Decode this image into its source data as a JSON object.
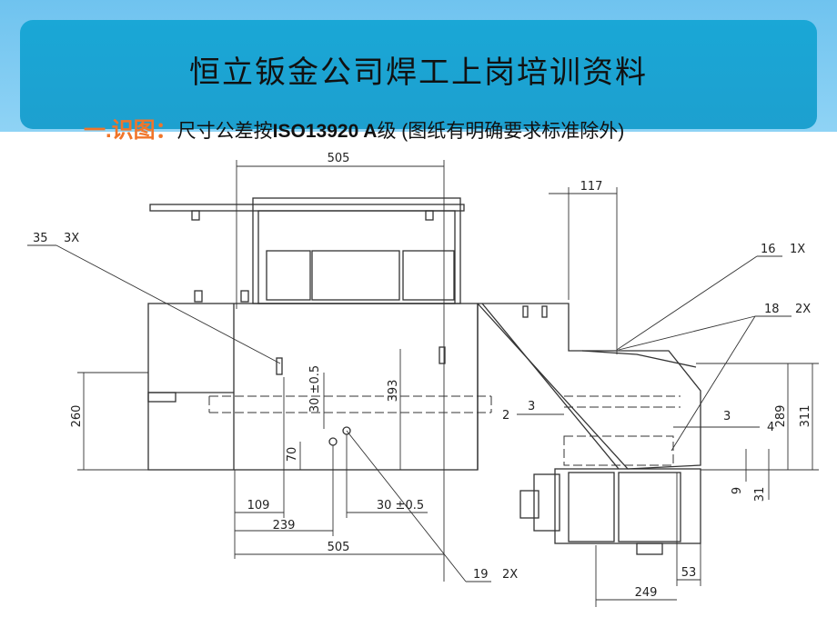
{
  "title": "恒立钣金公司焊工上岗培训资料",
  "subtitle": {
    "label": "一.识图：",
    "text_before": "尺寸公差按",
    "standard": "ISO13920 A",
    "text_after": "级 (图纸有明确要求标准除外)"
  },
  "drawing": {
    "dimensions": {
      "top_505": "505",
      "top_117": "117",
      "left_260": "260",
      "mid_393": "393",
      "tol_30_v": "30 ±0.5",
      "dim_70": "70",
      "dim_109": "109",
      "dim_239": "239",
      "tol_30_h": "30 ±0.5",
      "bottom_505": "505",
      "right_289": "289",
      "right_311": "311",
      "right_9": "9",
      "right_31": "31",
      "bottom_53": "53",
      "bottom_249": "249"
    },
    "callouts": {
      "c35": "35",
      "c35_qty": "3X",
      "c16": "16",
      "c16_qty": "1X",
      "c18": "18",
      "c18_qty": "2X",
      "c19": "19",
      "c19_qty": "2X",
      "weld2": "2",
      "weld2_size": "3",
      "weld4": "4",
      "weld4_size": "3"
    }
  }
}
